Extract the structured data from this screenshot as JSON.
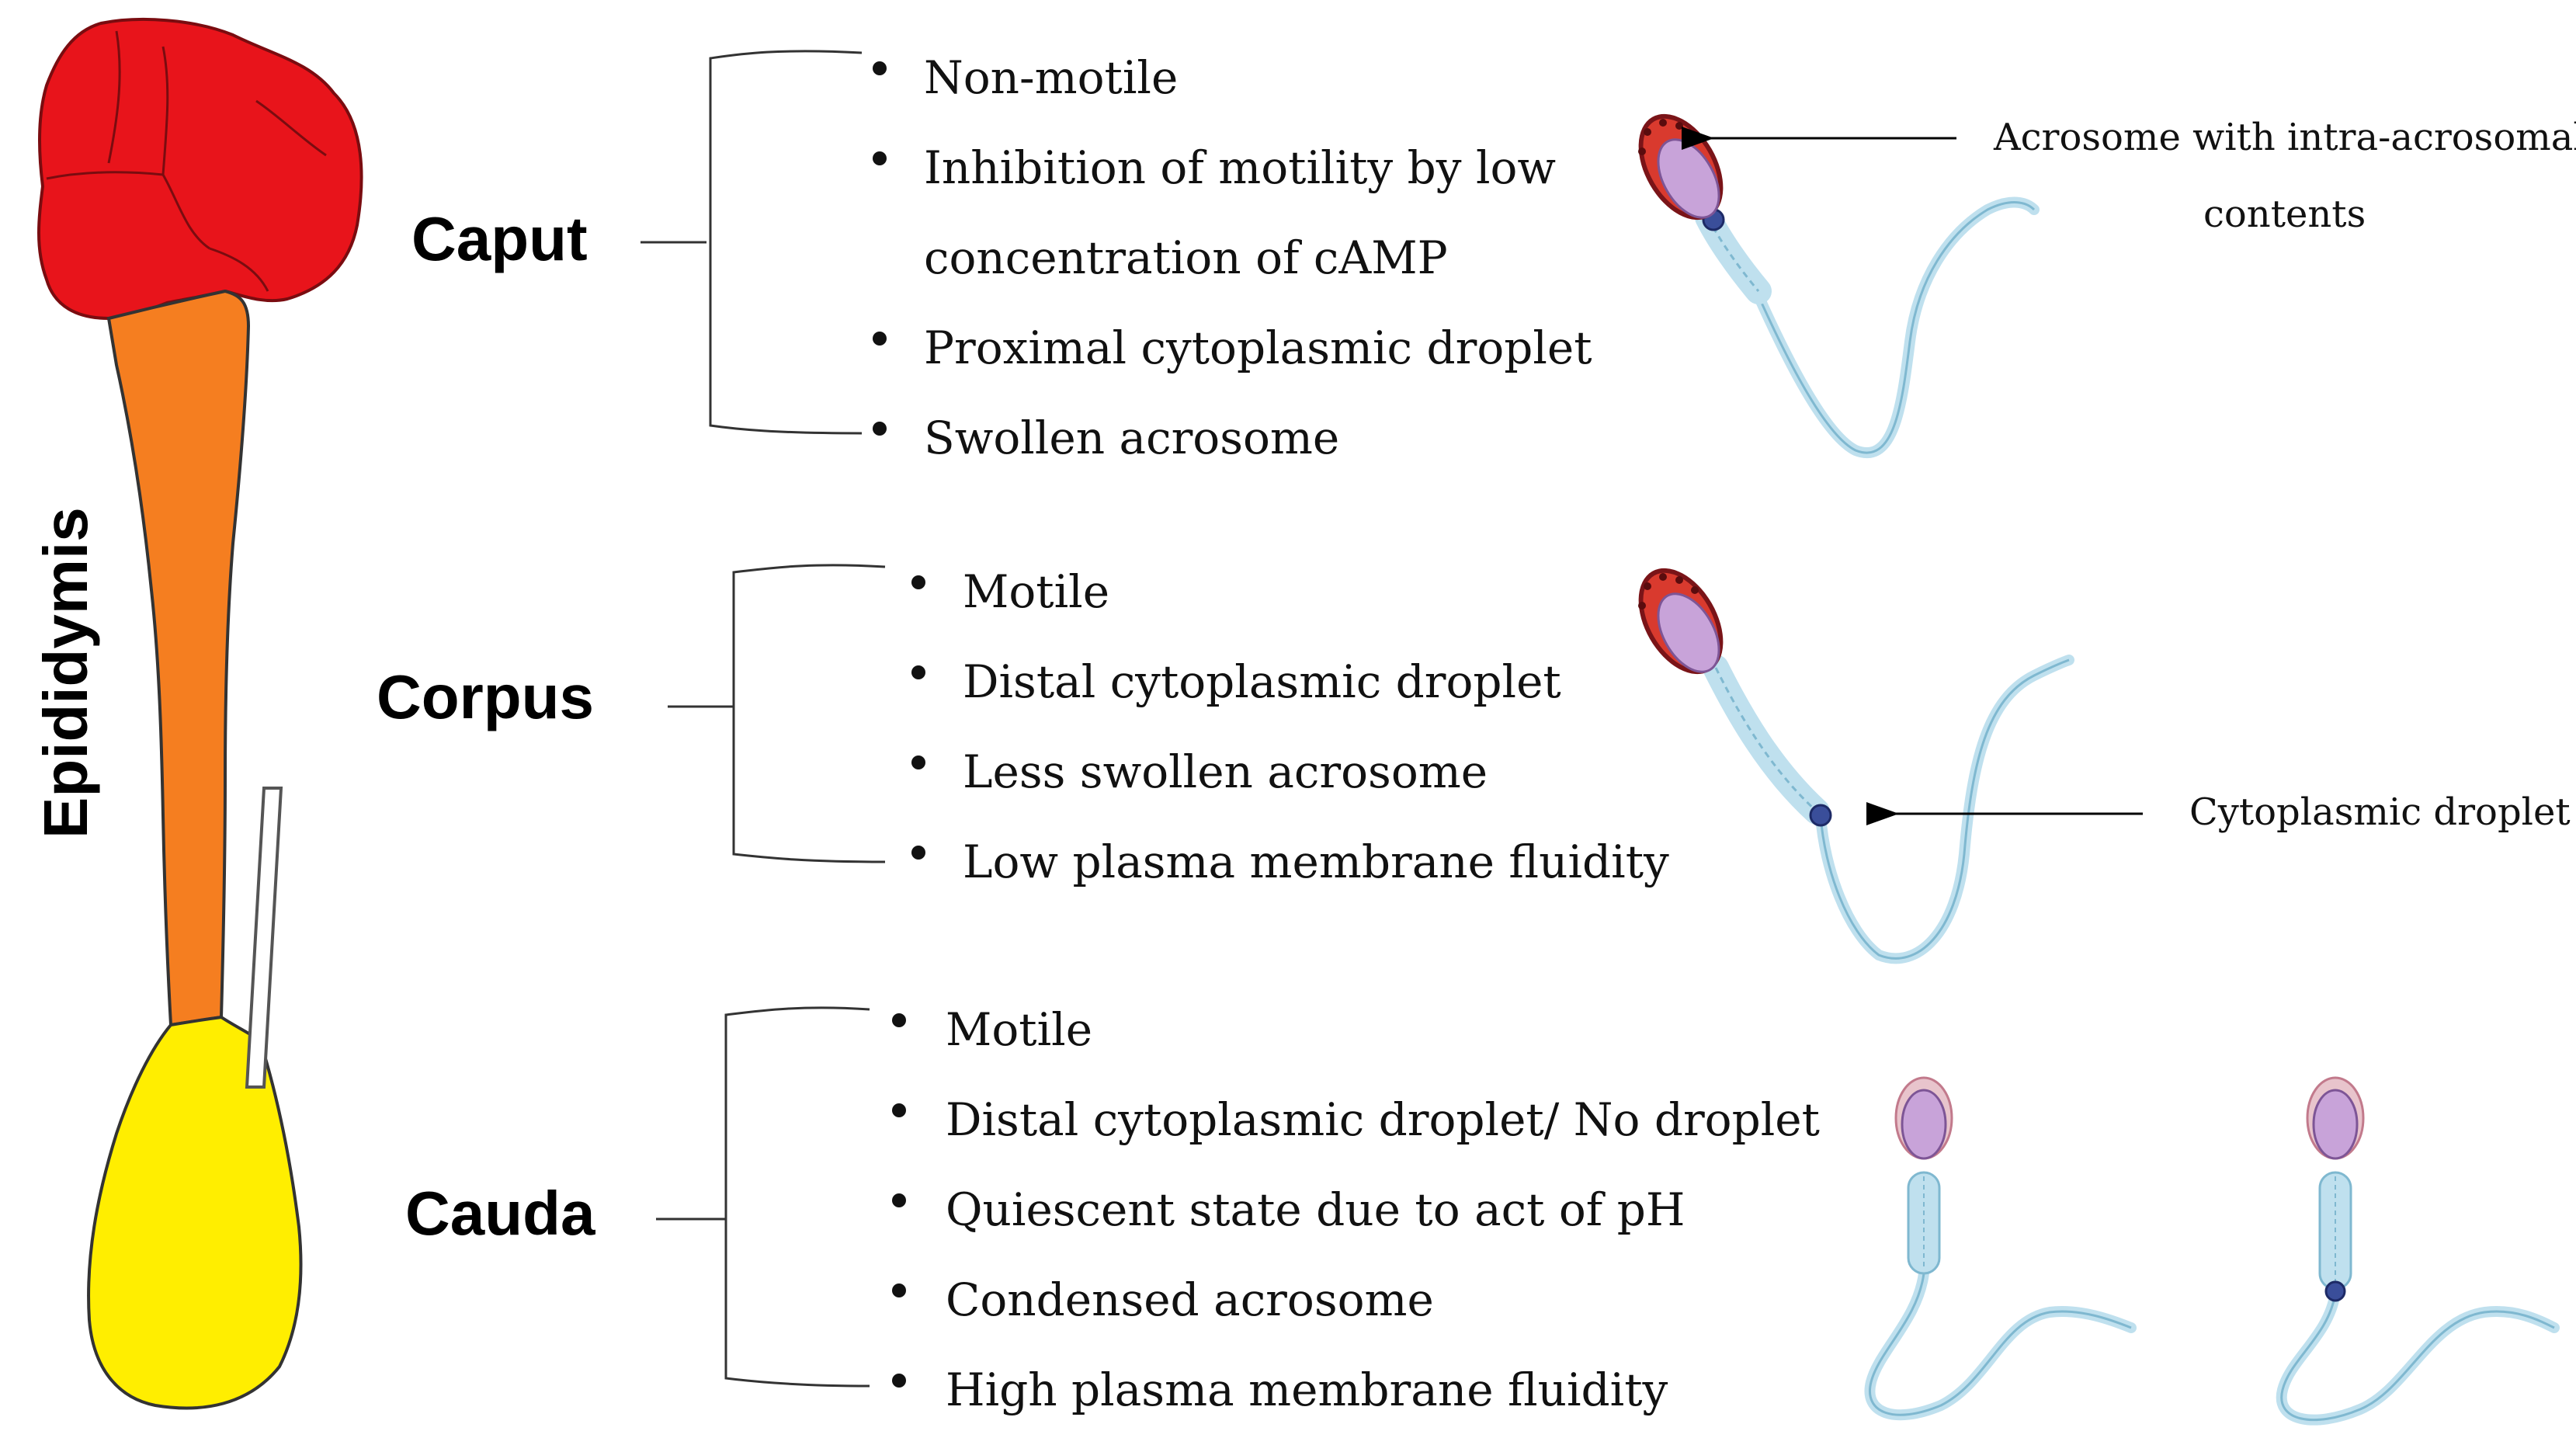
{
  "organ_label": "Epididymis",
  "regions": [
    {
      "name": "Caput",
      "color": "#e8141b",
      "bullets": [
        "Non-motile",
        "Inhibition of motility by low",
        "concentration of cAMP",
        "Proximal cytoplasmic droplet",
        "Swollen acrosome"
      ]
    },
    {
      "name": "Corpus",
      "color": "#f57e20",
      "bullets": [
        "Motile",
        "Distal cytoplasmic droplet",
        "Less swollen acrosome",
        "Low plasma membrane fluidity"
      ]
    },
    {
      "name": "Cauda",
      "color": "#ffee00",
      "bullets": [
        "Motile",
        "Distal cytoplasmic droplet/ No droplet",
        "Quiescent state due to act of pH",
        "Condensed acrosome",
        "High plasma membrane fluidity"
      ]
    }
  ],
  "annotations": {
    "acrosome_line1": "Acrosome with intra-acrosomal",
    "acrosome_line2": "contents",
    "droplet": "Cytoplasmic droplet"
  }
}
